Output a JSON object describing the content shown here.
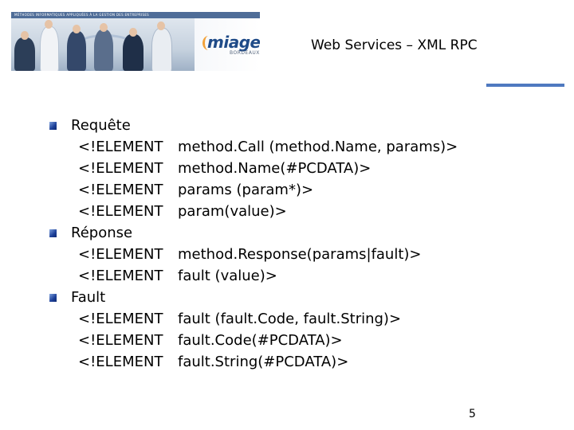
{
  "header": {
    "banner_strip": "MÉTHODES INFORMATIQUES APPLIQUÉES À LA GESTION DES ENTREPRISES",
    "logo_text": "miage",
    "logo_subtext": "BORDEAUX",
    "title": "Web Services – XML RPC"
  },
  "colors": {
    "accent_rule": "#4f79c0",
    "bullet": "#1c3f98",
    "logo": "#1f4b88"
  },
  "sections": [
    {
      "label": "Requête",
      "lines": [
        {
          "keyword": "<!ELEMENT",
          "decl": "method.Call (method.Name, params)>"
        },
        {
          "keyword": "<!ELEMENT",
          "decl": "method.Name(#PCDATA)>"
        },
        {
          "keyword": "<!ELEMENT",
          "decl": "params (param*)>"
        },
        {
          "keyword": "<!ELEMENT",
          "decl": "param(value)>"
        }
      ]
    },
    {
      "label": "Réponse",
      "lines": [
        {
          "keyword": "<!ELEMENT",
          "decl": "method.Response(params|fault)>"
        },
        {
          "keyword": "<!ELEMENT",
          "decl": "fault (value)>"
        }
      ]
    },
    {
      "label": "Fault",
      "lines": [
        {
          "keyword": "<!ELEMENT",
          "decl": "fault (fault.Code, fault.String)>"
        },
        {
          "keyword": "<!ELEMENT",
          "decl": "fault.Code(#PCDATA)>"
        },
        {
          "keyword": "<!ELEMENT",
          "decl": "fault.String(#PCDATA)>"
        }
      ]
    }
  ],
  "footer": {
    "page_number": "5"
  }
}
